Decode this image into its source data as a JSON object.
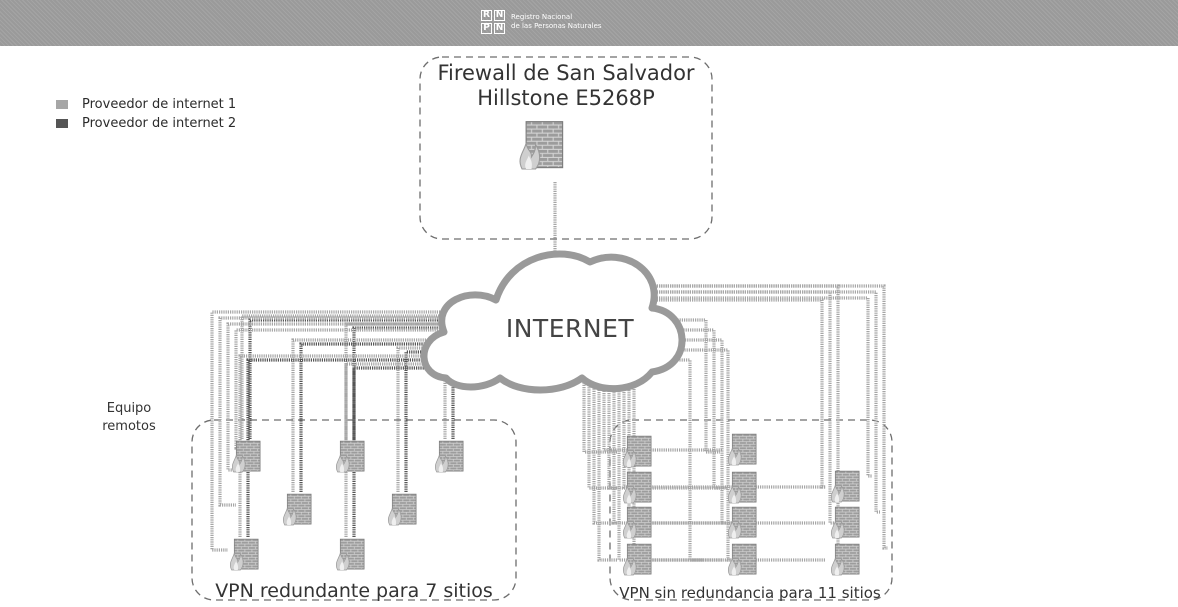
{
  "header": {
    "logo_letters": [
      "R",
      "N",
      "P",
      "N"
    ],
    "logo_line1": "Registro Nacional",
    "logo_line2": "de las Personas Naturales"
  },
  "legend": {
    "items": [
      {
        "label": "Proveedor de internet 1",
        "color": "#a6a6a6"
      },
      {
        "label": "Proveedor de internet 2",
        "color": "#555555"
      }
    ]
  },
  "firewall": {
    "title_line1": "Firewall de San Salvador",
    "title_line2": "Hillstone E5268P"
  },
  "cloud": {
    "label": "INTERNET"
  },
  "remote": {
    "line1": "Equipo",
    "line2": "remotos"
  },
  "groups": {
    "redundant": {
      "label": "VPN redundante para 7 sitios",
      "sites": 7
    },
    "non_redundant": {
      "label": "VPN sin redundancia para 11 sitios",
      "sites": 11
    }
  }
}
